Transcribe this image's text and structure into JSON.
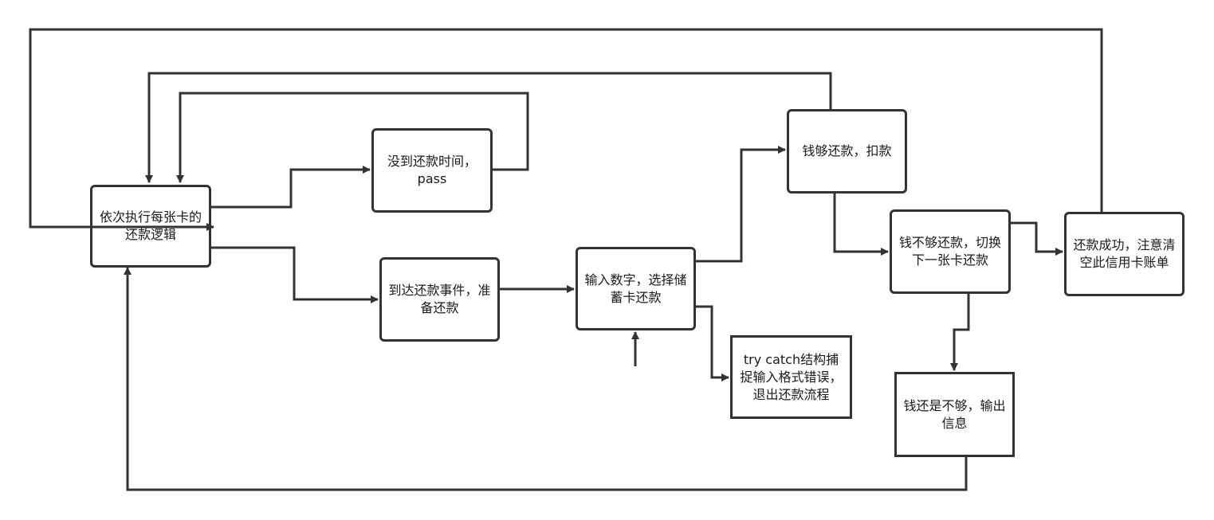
{
  "nodes": {
    "main": "依次执行每张卡的还款逻辑",
    "not_due": "没到还款时间，pass",
    "due": "到达还款事件，准备还款",
    "input": "输入数字，选择储蓄卡还款",
    "try_catch": "try catch结构捕捉输入格式错误，退出还款流程",
    "enough": "钱够还款，扣款",
    "not_enough": "钱不够还款，切换下一张卡还款",
    "success": "还款成功，注意清空此信用卡账单",
    "still_not": "钱还是不够，输出信息"
  },
  "colors": {
    "stroke": "#333333",
    "text": "#1a1a1a",
    "background": "#ffffff"
  }
}
